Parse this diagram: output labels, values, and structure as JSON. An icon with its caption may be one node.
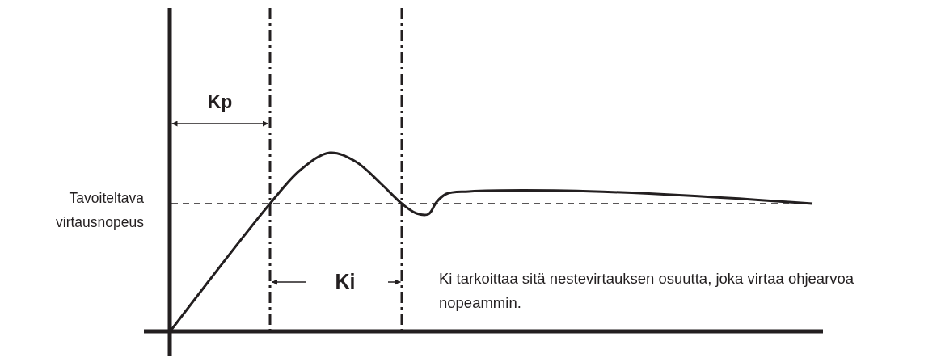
{
  "diagram": {
    "labels": [
      "Kp",
      "Tavoiteltava virtausnopeus",
      "Ki",
      "Ki tarkoittaa sitä nestevirtauksen osuutta, joka virtaa ohjearvoa nopeammin."
    ]
  }
}
